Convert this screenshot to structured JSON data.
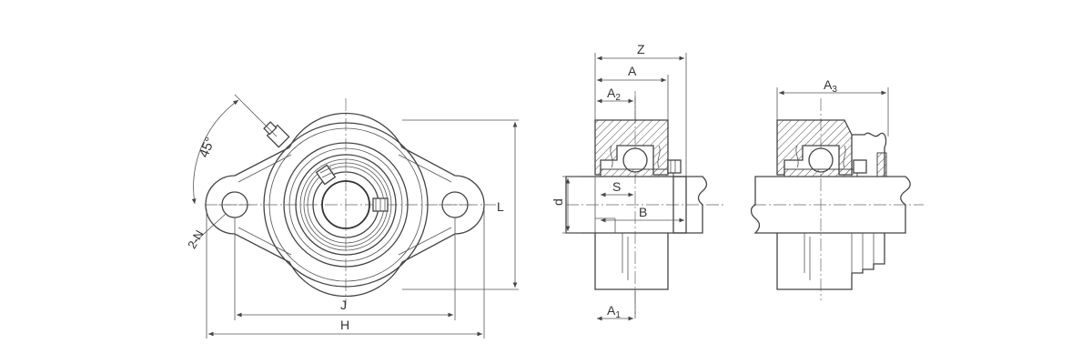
{
  "labels": {
    "angle": "45°",
    "holes": "2-N",
    "J": "J",
    "H": "H",
    "L": "L",
    "Z": "Z",
    "A": "A",
    "A2": "A",
    "A2_sub": "2",
    "S": "S",
    "B": "B",
    "d": "d",
    "A1": "A",
    "A1_sub": "1",
    "A3": "A",
    "A3_sub": "3"
  }
}
